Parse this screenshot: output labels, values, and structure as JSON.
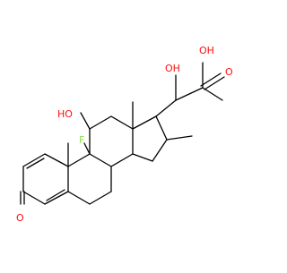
{
  "colors": {
    "background": "#ffffff",
    "bond": "#000000",
    "oxygen": "#ff0d0d",
    "fluorine": "#90e050"
  },
  "atom_labels": {
    "ketone_oxygen": "O",
    "fluorine": "F",
    "hydroxyl_c11": "HO",
    "hydroxyl_side": "OH",
    "carboxyl_oxygen": "O",
    "carboxyl_hydroxyl": "OH"
  }
}
